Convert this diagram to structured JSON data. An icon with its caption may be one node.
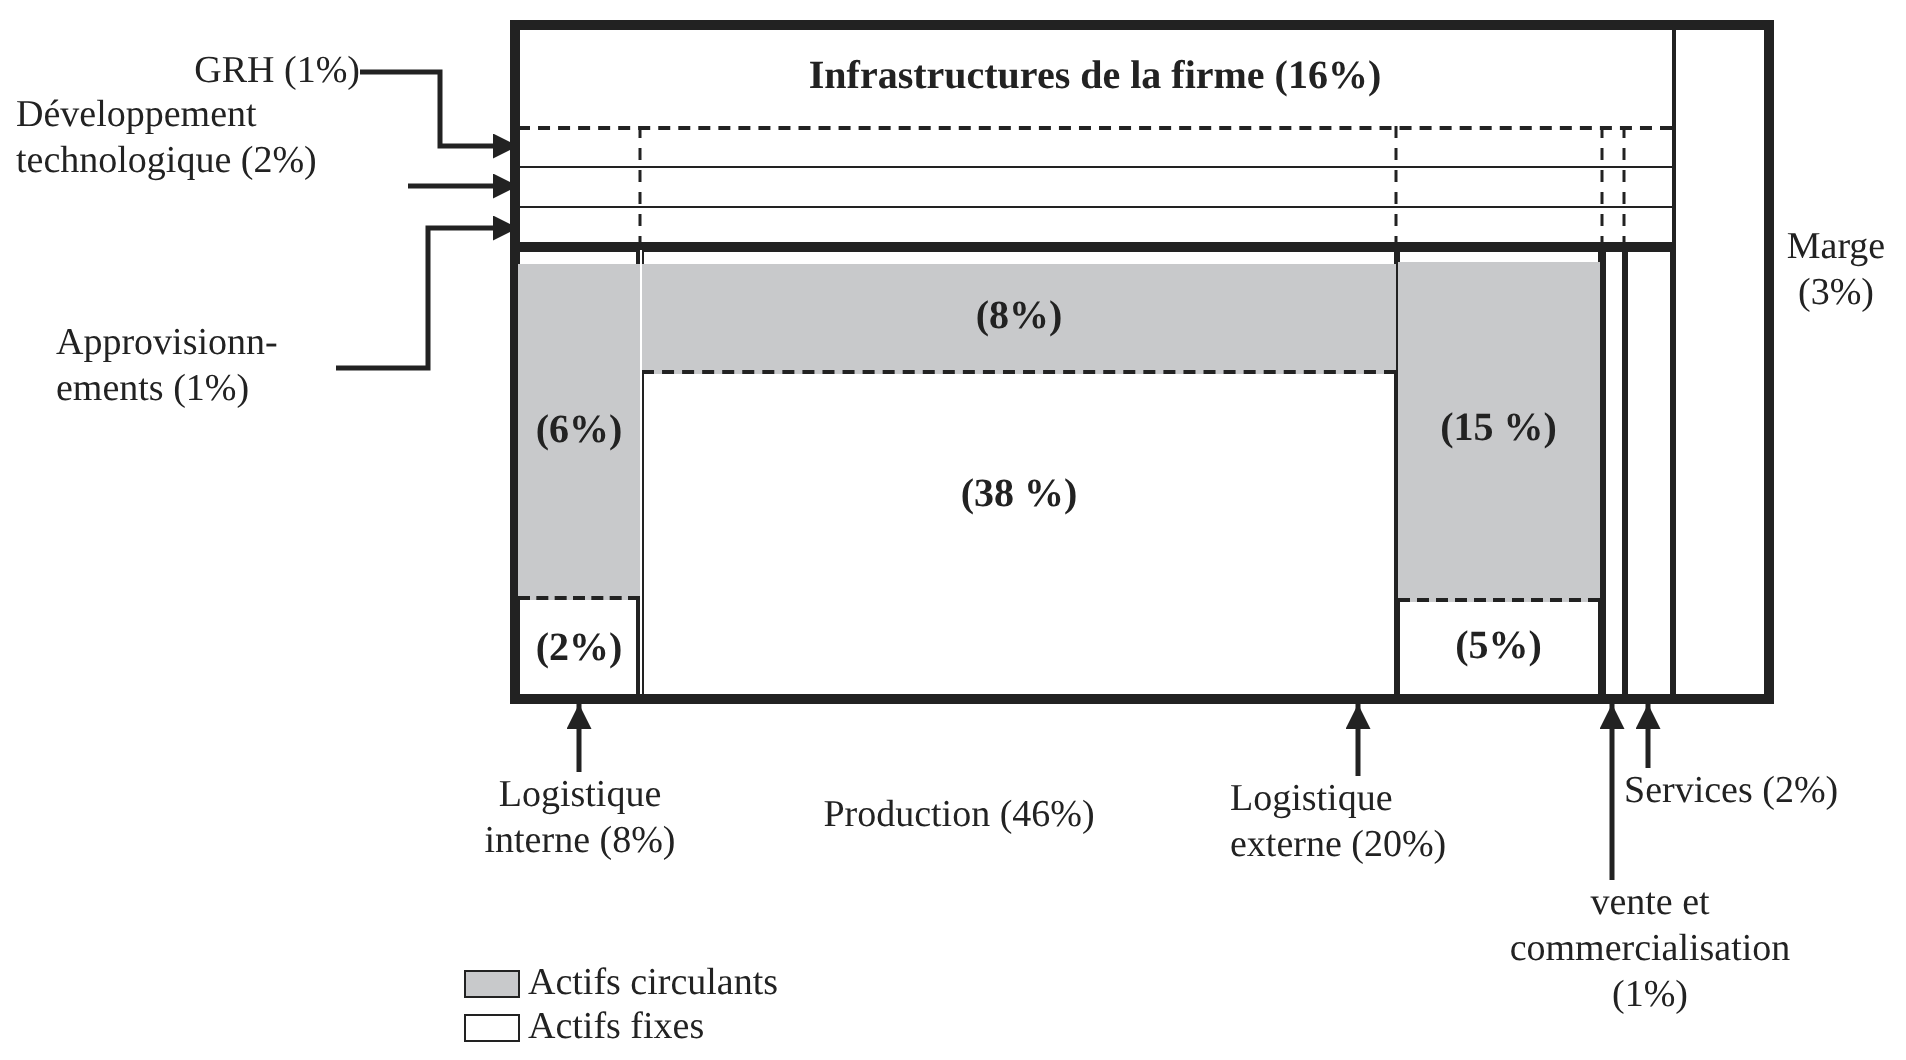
{
  "diagram": {
    "nodes": [
      {
        "text": [],
        "shape": "box"
      },
      {
        "text": [
          "Infrastructures de la firme (16%)"
        ],
        "in": 0
      },
      {
        "text": [],
        "shape": "bar",
        "in": 0
      },
      {
        "text": [],
        "shape": "bar",
        "in": 0
      },
      {
        "text": [],
        "shape": "bar",
        "in": 0
      },
      {
        "text": [],
        "shape": "box",
        "in": 0
      },
      {
        "text": [
          "(6%)"
        ],
        "in": 5
      },
      {
        "text": [
          "(2%)"
        ],
        "in": 5
      },
      {
        "text": [],
        "shape": "box",
        "in": 0
      },
      {
        "text": [
          "(8%)"
        ],
        "in": 8
      },
      {
        "text": [
          "(38 %)"
        ],
        "in": 8
      },
      {
        "text": [],
        "shape": "box",
        "in": 0
      },
      {
        "text": [
          "(15 %)"
        ],
        "in": 11
      },
      {
        "text": [
          "(5%)"
        ],
        "in": 11
      },
      {
        "text": [],
        "shape": "box",
        "in": 0
      },
      {
        "text": [],
        "shape": "box",
        "in": 0
      },
      {
        "text": [],
        "shape": "box",
        "in": 0,
        "beside": [
          "Marge (3%)"
        ]
      },
      {
        "text": [
          "GRH (1%)"
        ]
      },
      {
        "text": [
          "Développement technologique (2%)"
        ]
      },
      {
        "text": [
          "Approvisionn- ements (1%)"
        ]
      },
      {
        "text": [
          "Logistique interne (8%)"
        ]
      },
      {
        "text": [
          "Logistique externe (20%)"
        ]
      },
      {
        "text": [
          "vente et commercialisation (1%)"
        ]
      },
      {
        "text": [
          "Services (2%)"
        ]
      }
    ],
    "edges": [
      {
        "from": 17,
        "to": 2,
        "arrow": "to"
      },
      {
        "from": 18,
        "to": 3,
        "arrow": "to"
      },
      {
        "from": 19,
        "to": 4,
        "arrow": "to"
      },
      {
        "from": 20,
        "to": 5,
        "arrow": "to"
      },
      {
        "from": 21,
        "to": 11,
        "arrow": "to"
      },
      {
        "from": 22,
        "to": 14,
        "arrow": "to"
      },
      {
        "from": 23,
        "to": 15,
        "arrow": "to"
      }
    ],
    "labels": [
      "Production (46%)"
    ],
    "legend": [
      {
        "text": "Actifs circulants",
        "color": "#c8c9cb"
      },
      {
        "text": "Actifs fixes",
        "color": "#ffffff"
      }
    ]
  }
}
